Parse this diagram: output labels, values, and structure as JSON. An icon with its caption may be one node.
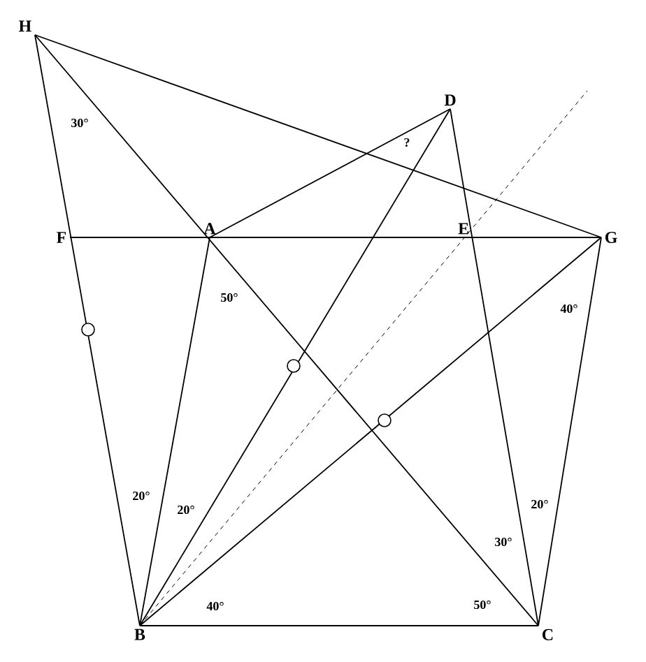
{
  "diagram": {
    "nodes": [
      {
        "text": [
          "H"
        ]
      },
      {
        "text": [
          "D"
        ]
      },
      {
        "text": [
          "A"
        ]
      },
      {
        "text": [
          "F"
        ]
      },
      {
        "text": [
          "E"
        ]
      },
      {
        "text": [
          "G"
        ]
      },
      {
        "text": [
          "B"
        ]
      },
      {
        "text": [
          "C"
        ]
      }
    ],
    "edges": [
      {
        "from": 0,
        "to": 6,
        "arrow": "none"
      },
      {
        "from": 0,
        "to": 5,
        "arrow": "none"
      },
      {
        "from": 0,
        "to": 7,
        "arrow": "none"
      },
      {
        "from": 3,
        "to": 5,
        "arrow": "none"
      },
      {
        "from": 2,
        "to": 1,
        "arrow": "none"
      },
      {
        "from": 2,
        "to": 6,
        "arrow": "none"
      },
      {
        "from": 1,
        "to": 6,
        "arrow": "none"
      },
      {
        "from": 1,
        "to": 7,
        "arrow": "none"
      },
      {
        "from": 6,
        "to": 5,
        "arrow": "none"
      },
      {
        "from": 5,
        "to": 7,
        "arrow": "none"
      },
      {
        "from": 6,
        "to": 7,
        "arrow": "none"
      },
      {
        "from": 6,
        "to": null,
        "arrow": "none",
        "style": "dashed"
      }
    ],
    "labels": [
      "30°",
      "?",
      "50°",
      "40°",
      "20°",
      "20°",
      "20°",
      "30°",
      "40°",
      "50°"
    ]
  }
}
